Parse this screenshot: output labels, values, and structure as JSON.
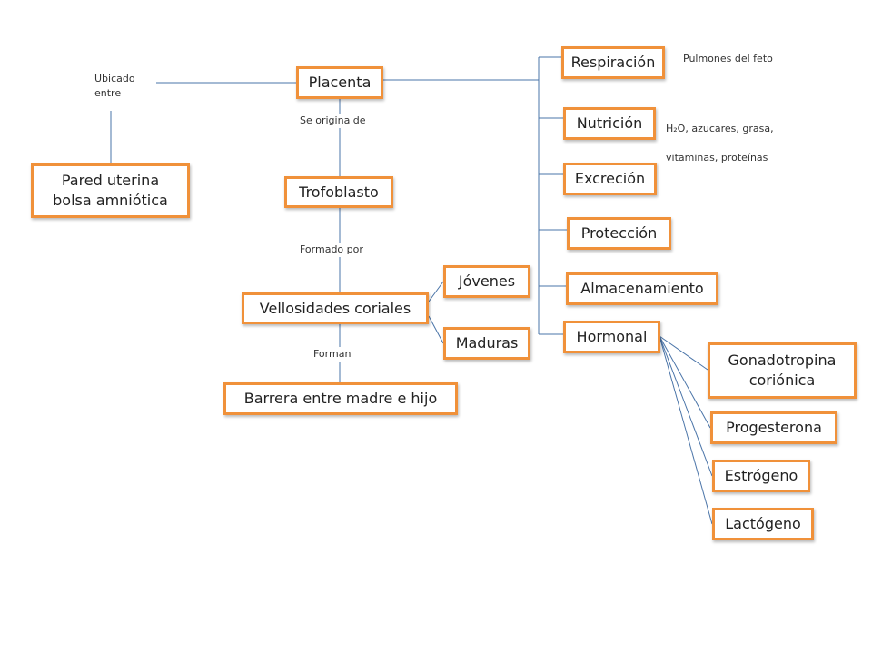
{
  "colors": {
    "box_border": "#f0913a",
    "connector": "#4a74a8",
    "text": "#222222"
  },
  "nodes": {
    "placenta": "Placenta",
    "pared": "Pared uterina\nbolsa amniótica",
    "trofoblasto": "Trofoblasto",
    "vellosidades": "Vellosidades coriales",
    "jovenes": "Jóvenes",
    "maduras": "Maduras",
    "barrera": "Barrera entre madre e hijo",
    "respiracion": "Respiración",
    "nutricion": "Nutrición",
    "excrecion": "Excreción",
    "proteccion": "Protección",
    "almacenamiento": "Almacenamiento",
    "hormonal": "Hormonal",
    "gonadotropina": "Gonadotropina\ncoriónica",
    "progesterona": "Progesterona",
    "estrogeno": "Estrógeno",
    "lactogeno": "Lactógeno"
  },
  "labels": {
    "ubicado": "Ubicado\nentre",
    "origina": "Se origina de",
    "formado": "Formado por",
    "forman": "Forman",
    "pulmones": "Pulmones del feto",
    "nutrientes_formula": "H₂O, azucares, grasa,",
    "nutrientes_rest": "vitaminas, proteínas"
  }
}
